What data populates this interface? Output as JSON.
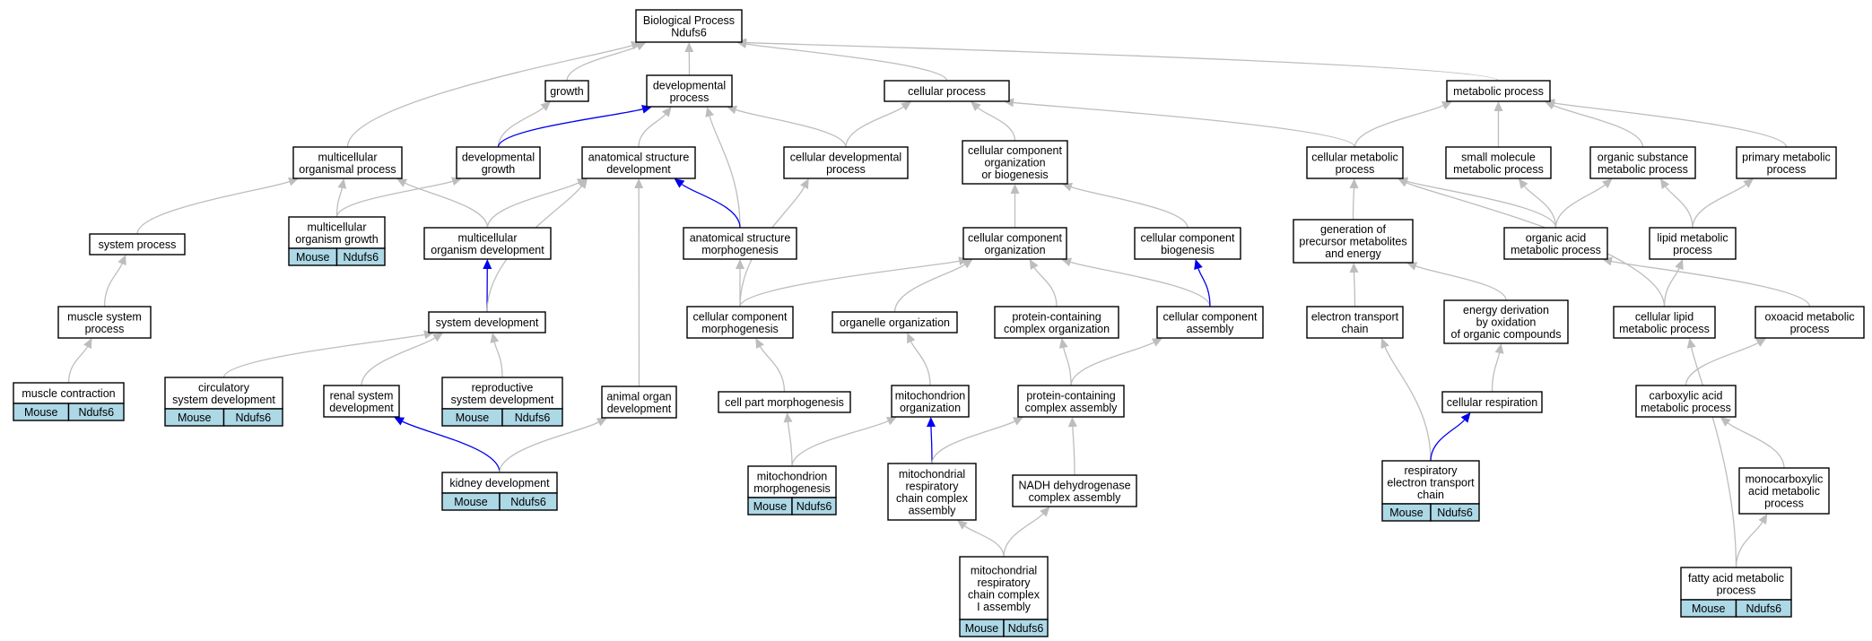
{
  "colors": {
    "edge_default": "#bdbdbd",
    "edge_highlight": "#0000ee",
    "annotation_fill": "#add8e6",
    "node_border": "#000000"
  },
  "nodes": [
    {
      "id": "bp",
      "lines": [
        "Biological Process",
        "Ndufs6"
      ]
    },
    {
      "id": "growth",
      "lines": [
        "growth"
      ]
    },
    {
      "id": "devproc",
      "lines": [
        "developmental",
        "process"
      ]
    },
    {
      "id": "cellproc",
      "lines": [
        "cellular process"
      ]
    },
    {
      "id": "metproc",
      "lines": [
        "metabolic process"
      ]
    },
    {
      "id": "multorg",
      "lines": [
        "multicellular",
        "organismal process"
      ]
    },
    {
      "id": "devgrowth",
      "lines": [
        "developmental",
        "growth"
      ]
    },
    {
      "id": "anatdev",
      "lines": [
        "anatomical structure",
        "development"
      ]
    },
    {
      "id": "celldev",
      "lines": [
        "cellular developmental",
        "process"
      ]
    },
    {
      "id": "ccob",
      "lines": [
        "cellular component",
        "organization",
        "or biogenesis"
      ]
    },
    {
      "id": "cellmet",
      "lines": [
        "cellular metabolic",
        "process"
      ]
    },
    {
      "id": "smallmol",
      "lines": [
        "small molecule",
        "metabolic process"
      ]
    },
    {
      "id": "orgsub",
      "lines": [
        "organic substance",
        "metabolic process"
      ]
    },
    {
      "id": "primmet",
      "lines": [
        "primary metabolic",
        "process"
      ]
    },
    {
      "id": "multgrowth",
      "lines": [
        "multicellular",
        "organism growth"
      ],
      "annot": [
        "Mouse",
        "Ndufs6"
      ]
    },
    {
      "id": "sysproc",
      "lines": [
        "system process"
      ]
    },
    {
      "id": "multdev",
      "lines": [
        "multicellular",
        "organism development"
      ]
    },
    {
      "id": "anatmorph",
      "lines": [
        "anatomical structure",
        "morphogenesis"
      ]
    },
    {
      "id": "ccorg",
      "lines": [
        "cellular component",
        "organization"
      ]
    },
    {
      "id": "ccbio",
      "lines": [
        "cellular component",
        "biogenesis"
      ]
    },
    {
      "id": "genprec",
      "lines": [
        "generation of",
        "precursor metabolites",
        "and energy"
      ]
    },
    {
      "id": "orgacid",
      "lines": [
        "organic acid",
        "metabolic process"
      ]
    },
    {
      "id": "lipidmet",
      "lines": [
        "lipid metabolic",
        "process"
      ]
    },
    {
      "id": "musclesys",
      "lines": [
        "muscle system",
        "process"
      ]
    },
    {
      "id": "sysdev",
      "lines": [
        "system development"
      ]
    },
    {
      "id": "ccmorph",
      "lines": [
        "cellular component",
        "morphogenesis"
      ]
    },
    {
      "id": "organelle",
      "lines": [
        "organelle organization"
      ]
    },
    {
      "id": "protcomplexorg",
      "lines": [
        "protein-containing",
        "complex organization"
      ]
    },
    {
      "id": "ccassembly",
      "lines": [
        "cellular component",
        "assembly"
      ]
    },
    {
      "id": "etc",
      "lines": [
        "electron transport",
        "chain"
      ]
    },
    {
      "id": "energyderiv",
      "lines": [
        "energy derivation",
        "by oxidation",
        "of organic compounds"
      ]
    },
    {
      "id": "celllipid",
      "lines": [
        "cellular lipid",
        "metabolic process"
      ]
    },
    {
      "id": "oxoacid",
      "lines": [
        "oxoacid metabolic",
        "process"
      ]
    },
    {
      "id": "musclecontr",
      "lines": [
        "muscle contraction"
      ],
      "annot": [
        "Mouse",
        "Ndufs6"
      ]
    },
    {
      "id": "circdev",
      "lines": [
        "circulatory",
        "system development"
      ],
      "annot": [
        "Mouse",
        "Ndufs6"
      ]
    },
    {
      "id": "renaldev",
      "lines": [
        "renal system",
        "development"
      ]
    },
    {
      "id": "reprodev",
      "lines": [
        "reproductive",
        "system development"
      ],
      "annot": [
        "Mouse",
        "Ndufs6"
      ]
    },
    {
      "id": "animaldev",
      "lines": [
        "animal organ",
        "development"
      ]
    },
    {
      "id": "cellpart",
      "lines": [
        "cell part morphogenesis"
      ]
    },
    {
      "id": "mitoorg",
      "lines": [
        "mitochondrion",
        "organization"
      ]
    },
    {
      "id": "protcomplexasm",
      "lines": [
        "protein-containing",
        "complex assembly"
      ]
    },
    {
      "id": "cellresp",
      "lines": [
        "cellular respiration"
      ]
    },
    {
      "id": "carboxy",
      "lines": [
        "carboxylic acid",
        "metabolic process"
      ]
    },
    {
      "id": "kidney",
      "lines": [
        "kidney development"
      ],
      "annot": [
        "Mouse",
        "Ndufs6"
      ]
    },
    {
      "id": "mitomorph",
      "lines": [
        "mitochondrion",
        "morphogenesis"
      ],
      "annot": [
        "Mouse",
        "Ndufs6"
      ]
    },
    {
      "id": "mitorespasm",
      "lines": [
        "mitochondrial",
        "respiratory",
        "chain complex",
        "assembly"
      ]
    },
    {
      "id": "nadhasm",
      "lines": [
        "NADH dehydrogenase",
        "complex assembly"
      ]
    },
    {
      "id": "respetc",
      "lines": [
        "respiratory",
        "electron transport",
        "chain"
      ],
      "annot": [
        "Mouse",
        "Ndufs6"
      ]
    },
    {
      "id": "monocarb",
      "lines": [
        "monocarboxylic",
        "acid metabolic",
        "process"
      ]
    },
    {
      "id": "mitoc1",
      "lines": [
        "mitochondrial",
        "respiratory",
        "chain complex",
        "I assembly"
      ],
      "annot": [
        "Mouse",
        "Ndufs6"
      ]
    },
    {
      "id": "fattyacid",
      "lines": [
        "fatty acid metabolic",
        "process"
      ],
      "annot": [
        "Mouse",
        "Ndufs6"
      ]
    }
  ],
  "edges": [
    {
      "from": "growth",
      "to": "bp"
    },
    {
      "from": "devproc",
      "to": "bp"
    },
    {
      "from": "cellproc",
      "to": "bp"
    },
    {
      "from": "metproc",
      "to": "bp"
    },
    {
      "from": "multorg",
      "to": "bp"
    },
    {
      "from": "devgrowth",
      "to": "growth"
    },
    {
      "from": "devgrowth",
      "to": "devproc",
      "highlight": true
    },
    {
      "from": "anatdev",
      "to": "devproc"
    },
    {
      "from": "celldev",
      "to": "devproc"
    },
    {
      "from": "anatmorph",
      "to": "devproc"
    },
    {
      "from": "celldev",
      "to": "cellproc"
    },
    {
      "from": "ccob",
      "to": "cellproc"
    },
    {
      "from": "cellmet",
      "to": "cellproc"
    },
    {
      "from": "cellmet",
      "to": "metproc"
    },
    {
      "from": "smallmol",
      "to": "metproc"
    },
    {
      "from": "orgsub",
      "to": "metproc"
    },
    {
      "from": "primmet",
      "to": "metproc"
    },
    {
      "from": "multgrowth",
      "to": "multorg"
    },
    {
      "from": "multgrowth",
      "to": "devgrowth"
    },
    {
      "from": "sysproc",
      "to": "multorg"
    },
    {
      "from": "multdev",
      "to": "multorg"
    },
    {
      "from": "multdev",
      "to": "anatdev"
    },
    {
      "from": "anatmorph",
      "to": "anatdev",
      "highlight": true
    },
    {
      "from": "ccorg",
      "to": "ccob"
    },
    {
      "from": "ccbio",
      "to": "ccob"
    },
    {
      "from": "genprec",
      "to": "cellmet"
    },
    {
      "from": "orgacid",
      "to": "cellmet"
    },
    {
      "from": "orgacid",
      "to": "smallmol"
    },
    {
      "from": "orgacid",
      "to": "orgsub"
    },
    {
      "from": "lipidmet",
      "to": "orgsub"
    },
    {
      "from": "lipidmet",
      "to": "primmet"
    },
    {
      "from": "celllipid",
      "to": "cellmet"
    },
    {
      "from": "celllipid",
      "to": "lipidmet"
    },
    {
      "from": "oxoacid",
      "to": "orgacid"
    },
    {
      "from": "musclesys",
      "to": "sysproc"
    },
    {
      "from": "sysdev",
      "to": "multdev",
      "highlight": true
    },
    {
      "from": "sysdev",
      "to": "anatdev"
    },
    {
      "from": "ccmorph",
      "to": "anatmorph"
    },
    {
      "from": "ccmorph",
      "to": "celldev"
    },
    {
      "from": "ccmorph",
      "to": "ccorg"
    },
    {
      "from": "organelle",
      "to": "ccorg"
    },
    {
      "from": "protcomplexorg",
      "to": "ccorg"
    },
    {
      "from": "ccassembly",
      "to": "ccorg"
    },
    {
      "from": "ccassembly",
      "to": "ccbio",
      "highlight": true
    },
    {
      "from": "etc",
      "to": "genprec"
    },
    {
      "from": "energyderiv",
      "to": "genprec"
    },
    {
      "from": "musclecontr",
      "to": "musclesys"
    },
    {
      "from": "circdev",
      "to": "sysdev"
    },
    {
      "from": "renaldev",
      "to": "sysdev"
    },
    {
      "from": "reprodev",
      "to": "sysdev"
    },
    {
      "from": "animaldev",
      "to": "anatdev"
    },
    {
      "from": "cellpart",
      "to": "ccmorph"
    },
    {
      "from": "mitoorg",
      "to": "organelle"
    },
    {
      "from": "protcomplexasm",
      "to": "protcomplexorg"
    },
    {
      "from": "protcomplexasm",
      "to": "ccassembly"
    },
    {
      "from": "cellresp",
      "to": "energyderiv"
    },
    {
      "from": "carboxy",
      "to": "oxoacid"
    },
    {
      "from": "kidney",
      "to": "renaldev",
      "highlight": true
    },
    {
      "from": "kidney",
      "to": "animaldev"
    },
    {
      "from": "mitomorph",
      "to": "cellpart"
    },
    {
      "from": "mitomorph",
      "to": "mitoorg"
    },
    {
      "from": "mitorespasm",
      "to": "mitoorg",
      "highlight": true
    },
    {
      "from": "mitorespasm",
      "to": "protcomplexasm"
    },
    {
      "from": "nadhasm",
      "to": "protcomplexasm"
    },
    {
      "from": "respetc",
      "to": "etc"
    },
    {
      "from": "respetc",
      "to": "cellresp",
      "highlight": true
    },
    {
      "from": "monocarb",
      "to": "carboxy"
    },
    {
      "from": "mitoc1",
      "to": "mitorespasm"
    },
    {
      "from": "mitoc1",
      "to": "nadhasm"
    },
    {
      "from": "fattyacid",
      "to": "celllipid"
    },
    {
      "from": "fattyacid",
      "to": "monocarb"
    }
  ]
}
